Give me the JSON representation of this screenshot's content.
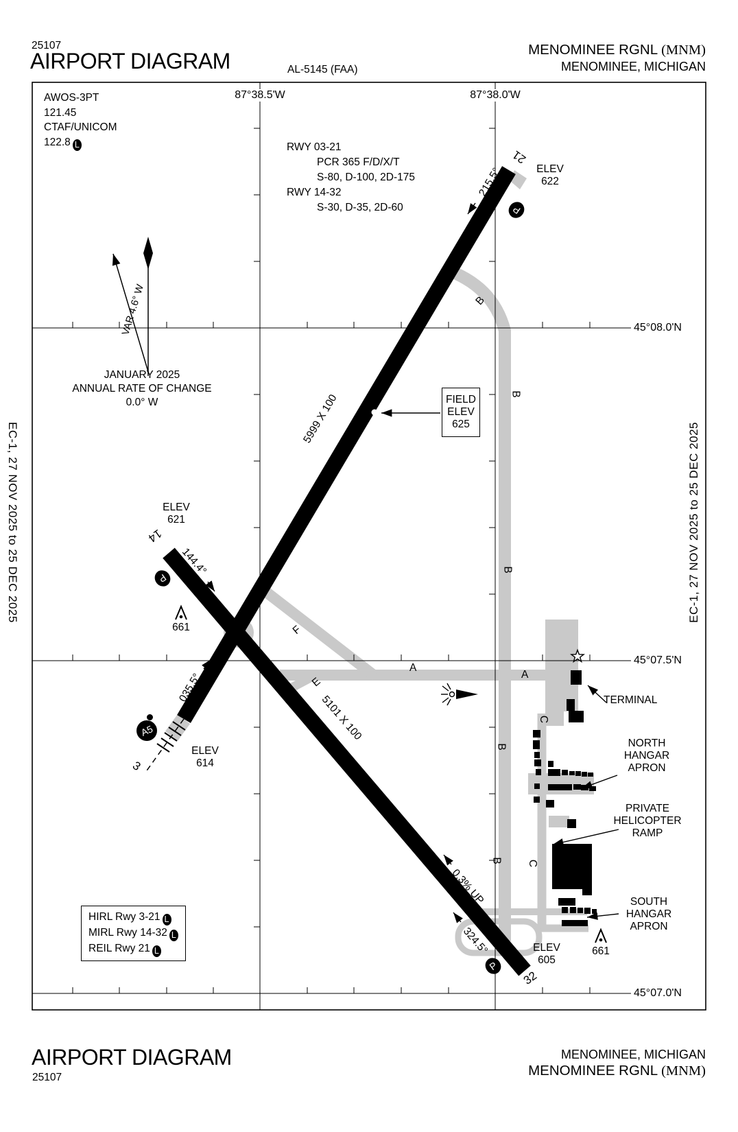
{
  "colors": {
    "paper": "#ffffff",
    "ink": "#000000",
    "runway": "#000000",
    "taxiway": "#c9c9c9"
  },
  "header": {
    "plate_number": "25107",
    "title": "AIRPORT DIAGRAM",
    "chart_ref": "AL-5145 (FAA)",
    "airport_name": "MENOMINEE RGNL ",
    "airport_ident": "(MNM)",
    "city": "MENOMINEE, MICHIGAN"
  },
  "footer": {
    "title": "AIRPORT DIAGRAM",
    "plate_number": "25107",
    "city": "MENOMINEE, MICHIGAN",
    "airport_name": "MENOMINEE RGNL ",
    "airport_ident": "(MNM)"
  },
  "margins": {
    "left": "EC-1, 27 NOV 2025 to 25 DEC 2025",
    "right": "EC-1, 27 NOV 2025 to 25 DEC 2025"
  },
  "comms": {
    "line1": "AWOS-3PT",
    "line2": "121.45",
    "line3": "CTAF/UNICOM",
    "line4": "122.8",
    "lighted": "L"
  },
  "runway_info": {
    "line1": "RWY 03-21",
    "line2": "PCR 365 F/D/X/T",
    "line3": "S-80, D-100, 2D-175",
    "line4": "RWY 14-32",
    "line5": "S-30, D-35, 2D-60"
  },
  "graticule": {
    "lon_1": "87°38.5'W",
    "lon_2": "87°38.0'W",
    "lat_1": "45°08.0'N",
    "lat_2": "45°07.5'N",
    "lat_3": "45°07.0'N"
  },
  "compass": {
    "variation": "VAR 4.6° W",
    "date": "JANUARY 2025",
    "rate_label": "ANNUAL RATE OF CHANGE",
    "rate_value": "0.0° W"
  },
  "field_elevation": {
    "line1": "FIELD",
    "line2": "ELEV",
    "value": "625"
  },
  "runways": {
    "rwy_21_number": "21",
    "rwy_14_number": "14",
    "rwy_3_number": "3",
    "rwy_32_number": "32",
    "hdg_215": "215.5°",
    "hdg_144": "144.4°",
    "hdg_035": "035.5°",
    "hdg_324": "324.5°",
    "dim_0321": "5999 X 100",
    "dim_1432": "5101 X 100",
    "slope_1432": "0.3% UP",
    "elev_21": "ELEV\n622",
    "elev_14": "ELEV\n621",
    "elev_3": "ELEV\n614",
    "elev_32": "ELEV\n605"
  },
  "taxiways": {
    "a": "A",
    "b": "B",
    "c": "C",
    "e": "E",
    "f": "F"
  },
  "signs": {
    "hold": "P",
    "a5": "A5"
  },
  "obstacles": {
    "tower_west": "661",
    "tower_south": "661"
  },
  "callouts": {
    "terminal": "TERMINAL",
    "north_apron": "NORTH\nHANGAR\nAPRON",
    "helicopter_ramp": "PRIVATE\nHELICOPTER\nRAMP",
    "south_apron": "SOUTH\nHANGAR\nAPRON"
  },
  "lighting": {
    "row1": "HIRL Rwy 3-21",
    "row2": "MIRL Rwy 14-32",
    "row3": "REIL Rwy 21",
    "lighted": "L"
  }
}
